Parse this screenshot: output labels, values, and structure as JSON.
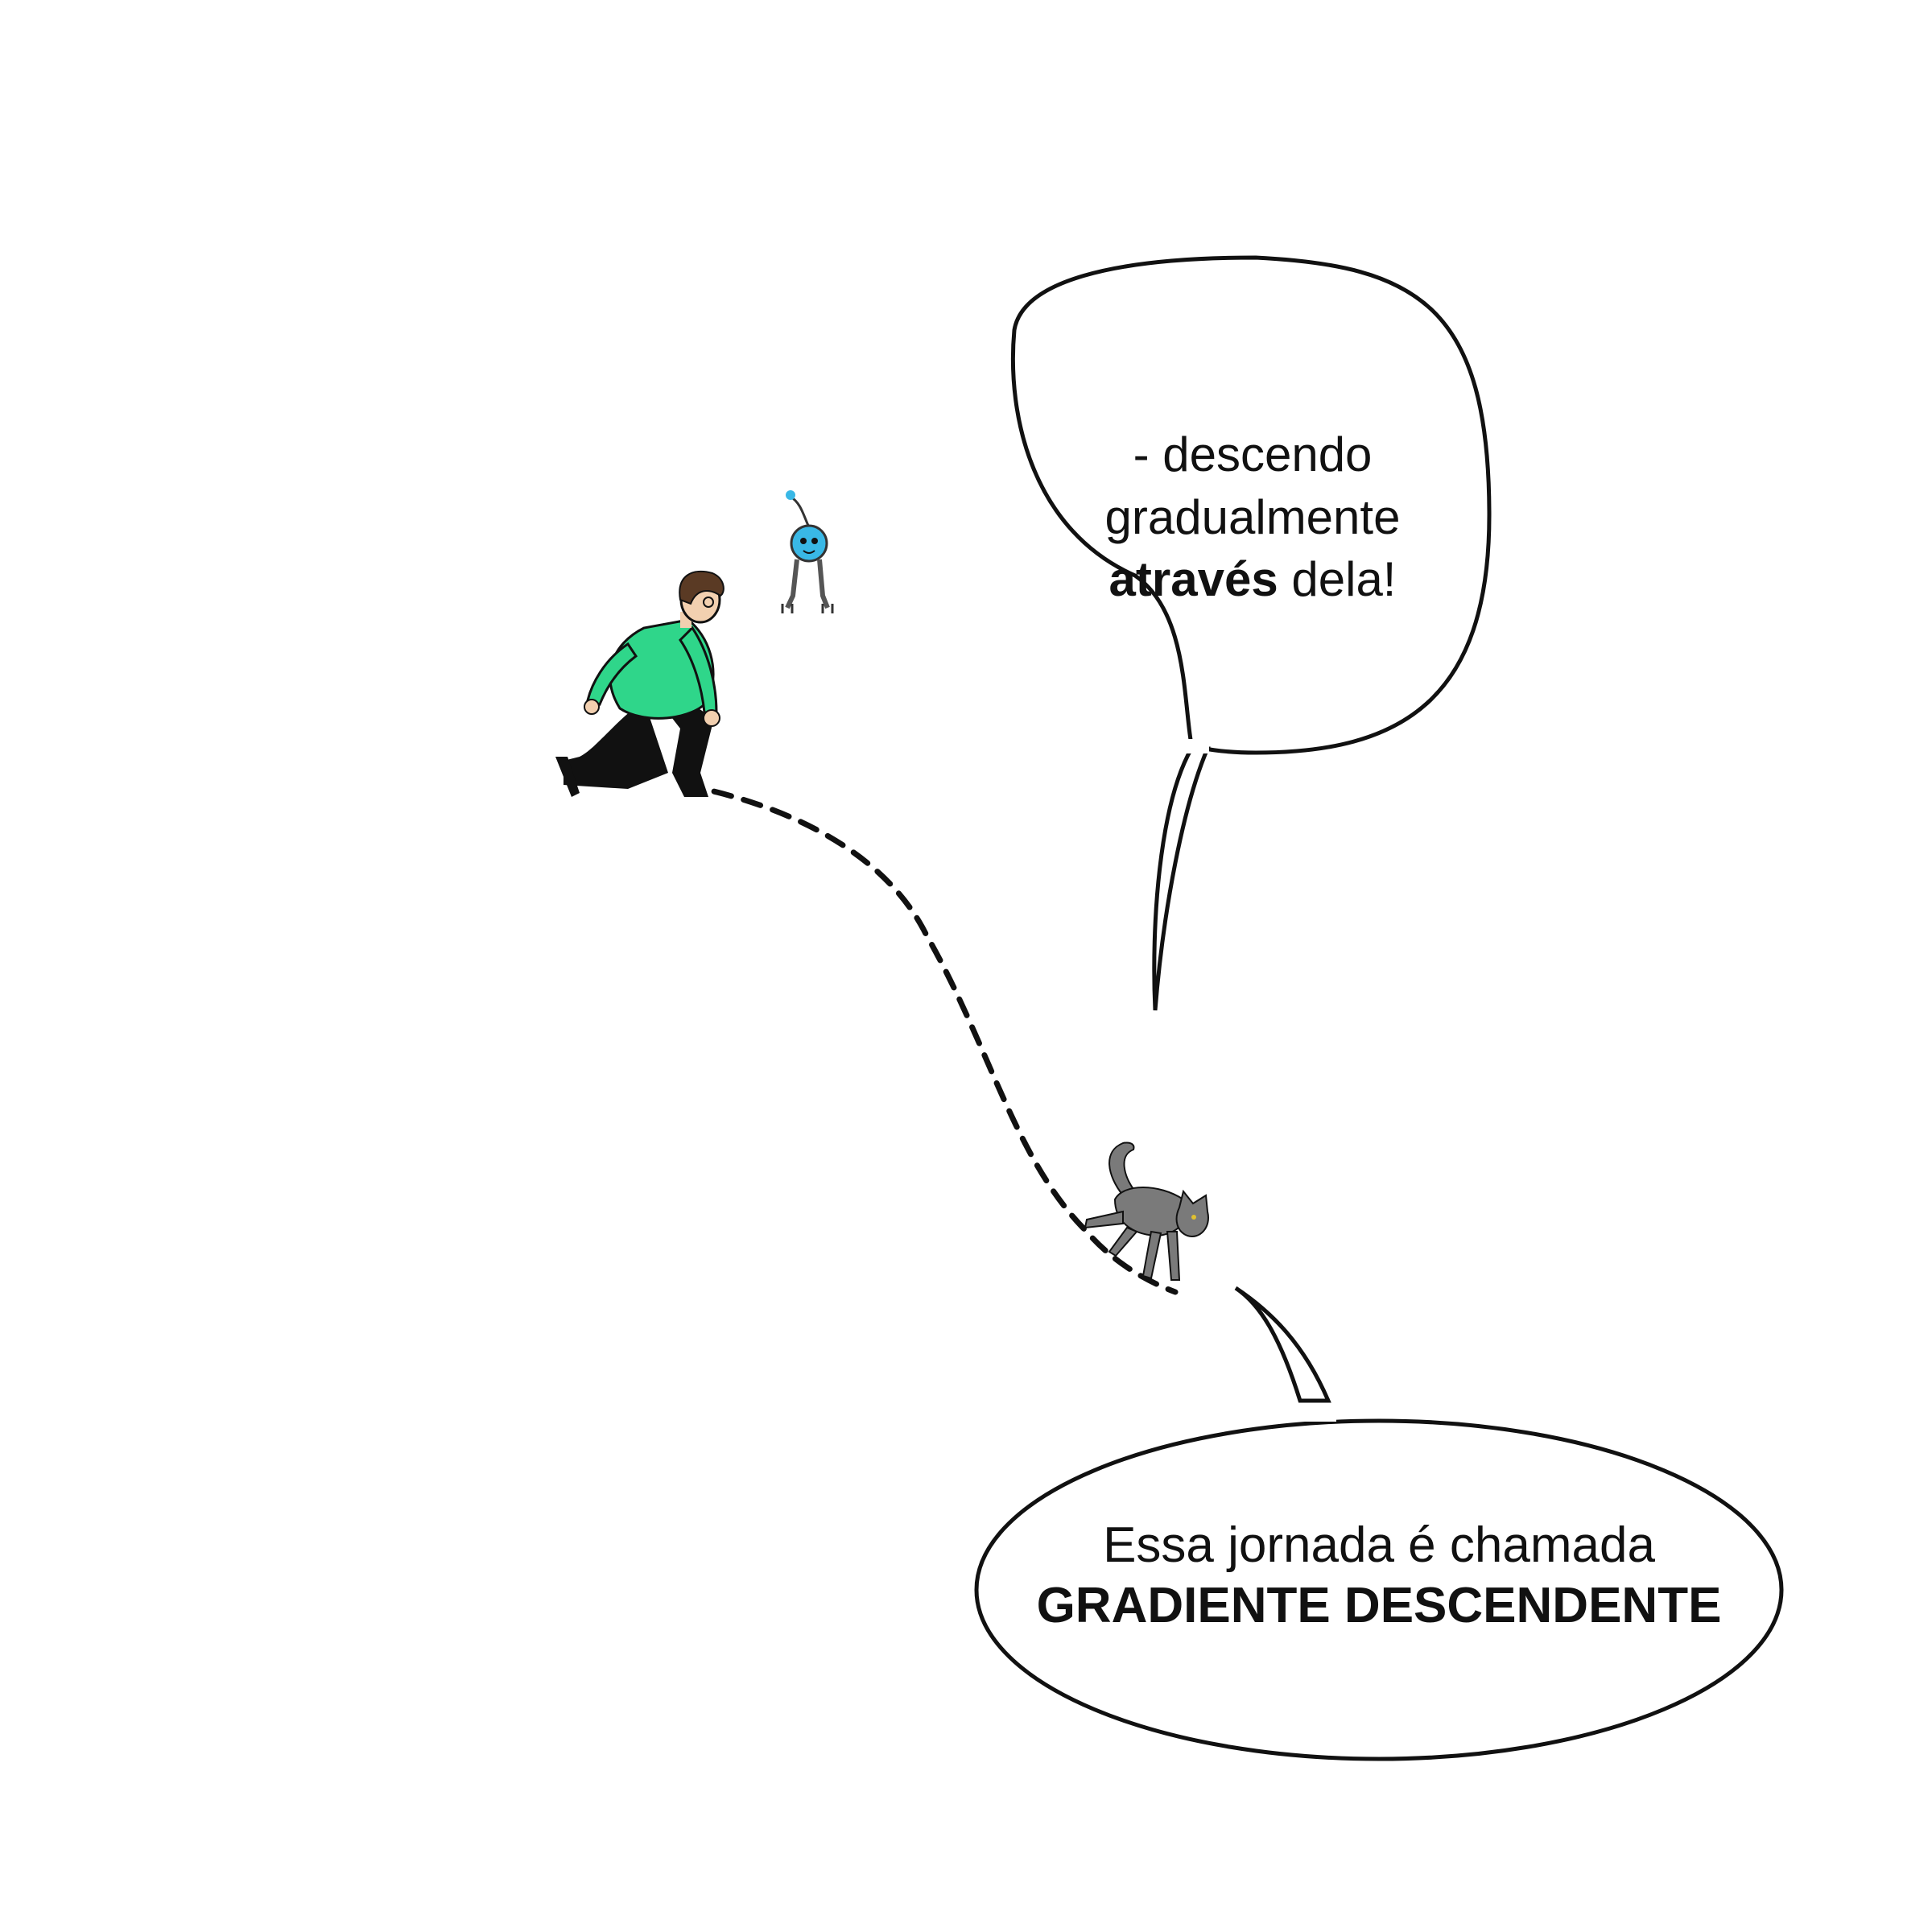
{
  "bubble_top": {
    "line1": "- descendo",
    "line2": "gradualmente",
    "line3_bold": "através",
    "line3_rest": " dela!"
  },
  "bubble_bottom": {
    "line1": "Essa jornada é chamada",
    "line2": "GRADIENTE DESCENDENTE"
  },
  "colors": {
    "shirt": "#2fd68a",
    "pants": "#111111",
    "hair": "#5a3a24",
    "skin": "#f2d0b0",
    "robot": "#39b8e6",
    "cat": "#7a7a7a",
    "ink": "#111111"
  },
  "characters": [
    "person-crouching",
    "robot-drone",
    "cat"
  ],
  "path_style": "dashed"
}
